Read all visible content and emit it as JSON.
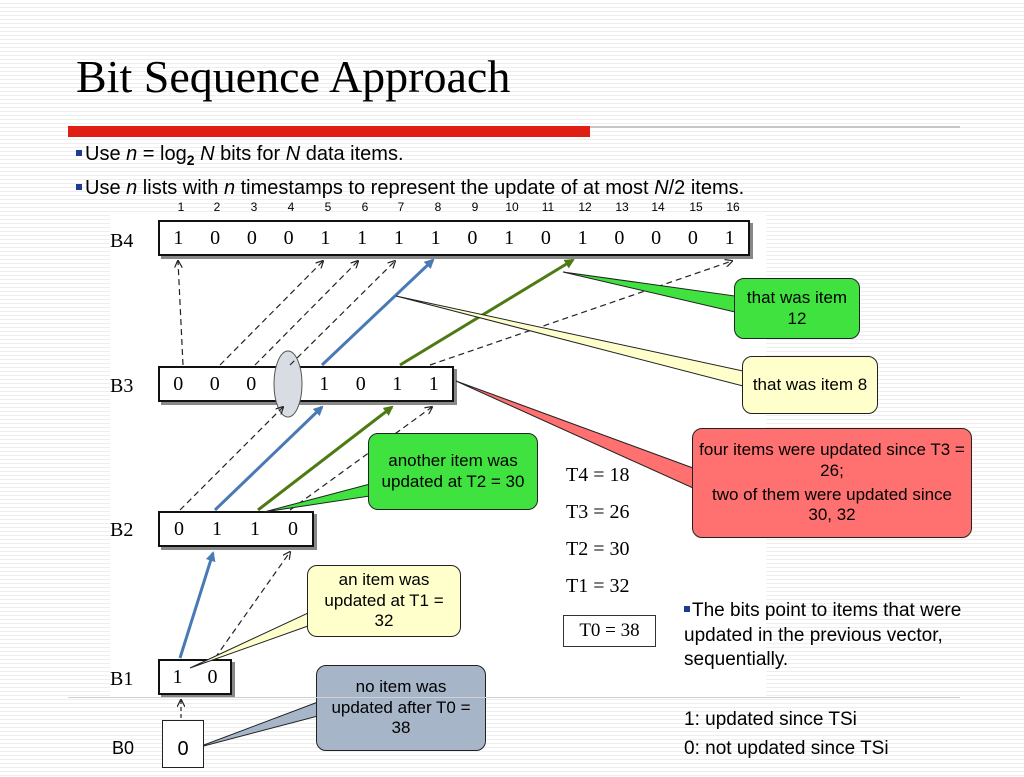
{
  "slide": {
    "title": "Bit Sequence Approach",
    "bullet1": {
      "a": "Use ",
      "n": "n",
      "b": " = log",
      "sub": "2",
      "c": " ",
      "N1": "N",
      "d": " bits for ",
      "N2": "N",
      "e": " data items."
    },
    "bullet2": {
      "a": "Use ",
      "n1": "n",
      "b": " lists with ",
      "n2": "n",
      "c": " timestamps to represent the update of at most ",
      "N": "N",
      "d": "/2 items."
    }
  },
  "diagram": {
    "column_numbers": [
      "1",
      "2",
      "3",
      "4",
      "5",
      "6",
      "7",
      "8",
      "9",
      "10",
      "11",
      "12",
      "13",
      "14",
      "15",
      "16"
    ],
    "vectors": [
      {
        "label": "B4",
        "bits": [
          "1",
          "0",
          "0",
          "0",
          "1",
          "1",
          "1",
          "1",
          "0",
          "1",
          "0",
          "1",
          "0",
          "0",
          "0",
          "1"
        ]
      },
      {
        "label": "B3",
        "bits": [
          "0",
          "0",
          "0",
          "1",
          "1",
          "0",
          "1",
          "1"
        ]
      },
      {
        "label": "B2",
        "bits": [
          "0",
          "1",
          "1",
          "0"
        ]
      },
      {
        "label": "B1",
        "bits": [
          "1",
          "0"
        ]
      },
      {
        "label": "B0",
        "bits": [
          "0"
        ]
      }
    ],
    "timestamps": [
      "T4 = 18",
      "T3 = 26",
      "T2 = 30",
      "T1 = 32"
    ],
    "t0": "T0 = 38",
    "colors": {
      "dashed": "#222222",
      "blue": "#4a7ab5",
      "green": "#4e7a12",
      "accent_red": "#e01f14"
    }
  },
  "callouts": {
    "item12": "that was item 12",
    "item8": "that was item 8",
    "four_items_l1": "four items were updated since T3 = 26;",
    "four_items_l2": "two of them were updated since 30, 32",
    "another_item": "another item was updated at T2 = 30",
    "item_t1": "an item was updated at T1 = 32",
    "no_item": "no item was updated after T0 = 38"
  },
  "notes": {
    "bits_point": "The bits point to items that were updated in the previous vector, sequentially.",
    "legend1": "1: updated since TSi",
    "legend0": "0: not updated since TSi"
  }
}
